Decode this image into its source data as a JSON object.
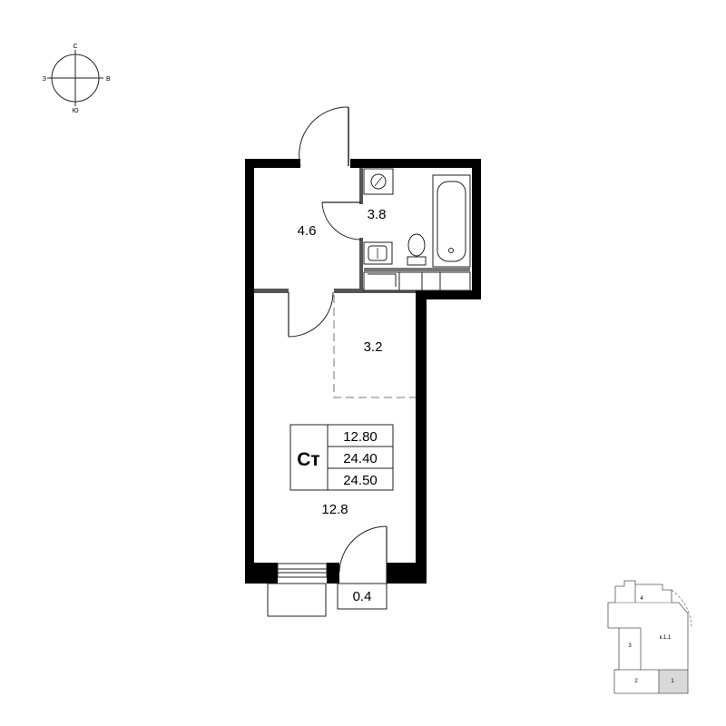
{
  "compass": {
    "north": "С",
    "south": "Ю",
    "west": "З",
    "east": "В"
  },
  "rooms": [
    {
      "id": "hall",
      "area": "4.6"
    },
    {
      "id": "bathroom",
      "area": "3.8"
    },
    {
      "id": "kitchen",
      "area": "3.2"
    },
    {
      "id": "living",
      "area": "12.8"
    },
    {
      "id": "balcony",
      "area": "0.4"
    }
  ],
  "summary": {
    "type": "Ст",
    "living_area": "12.80",
    "total_area": "24.40",
    "total_area_with_balcony": "24.50"
  },
  "key_plan": {
    "building": "к.1.1",
    "sections": [
      "4",
      "3",
      "2",
      "1"
    ],
    "highlighted_section": "1",
    "highlight_color": "#d9d9d9"
  }
}
